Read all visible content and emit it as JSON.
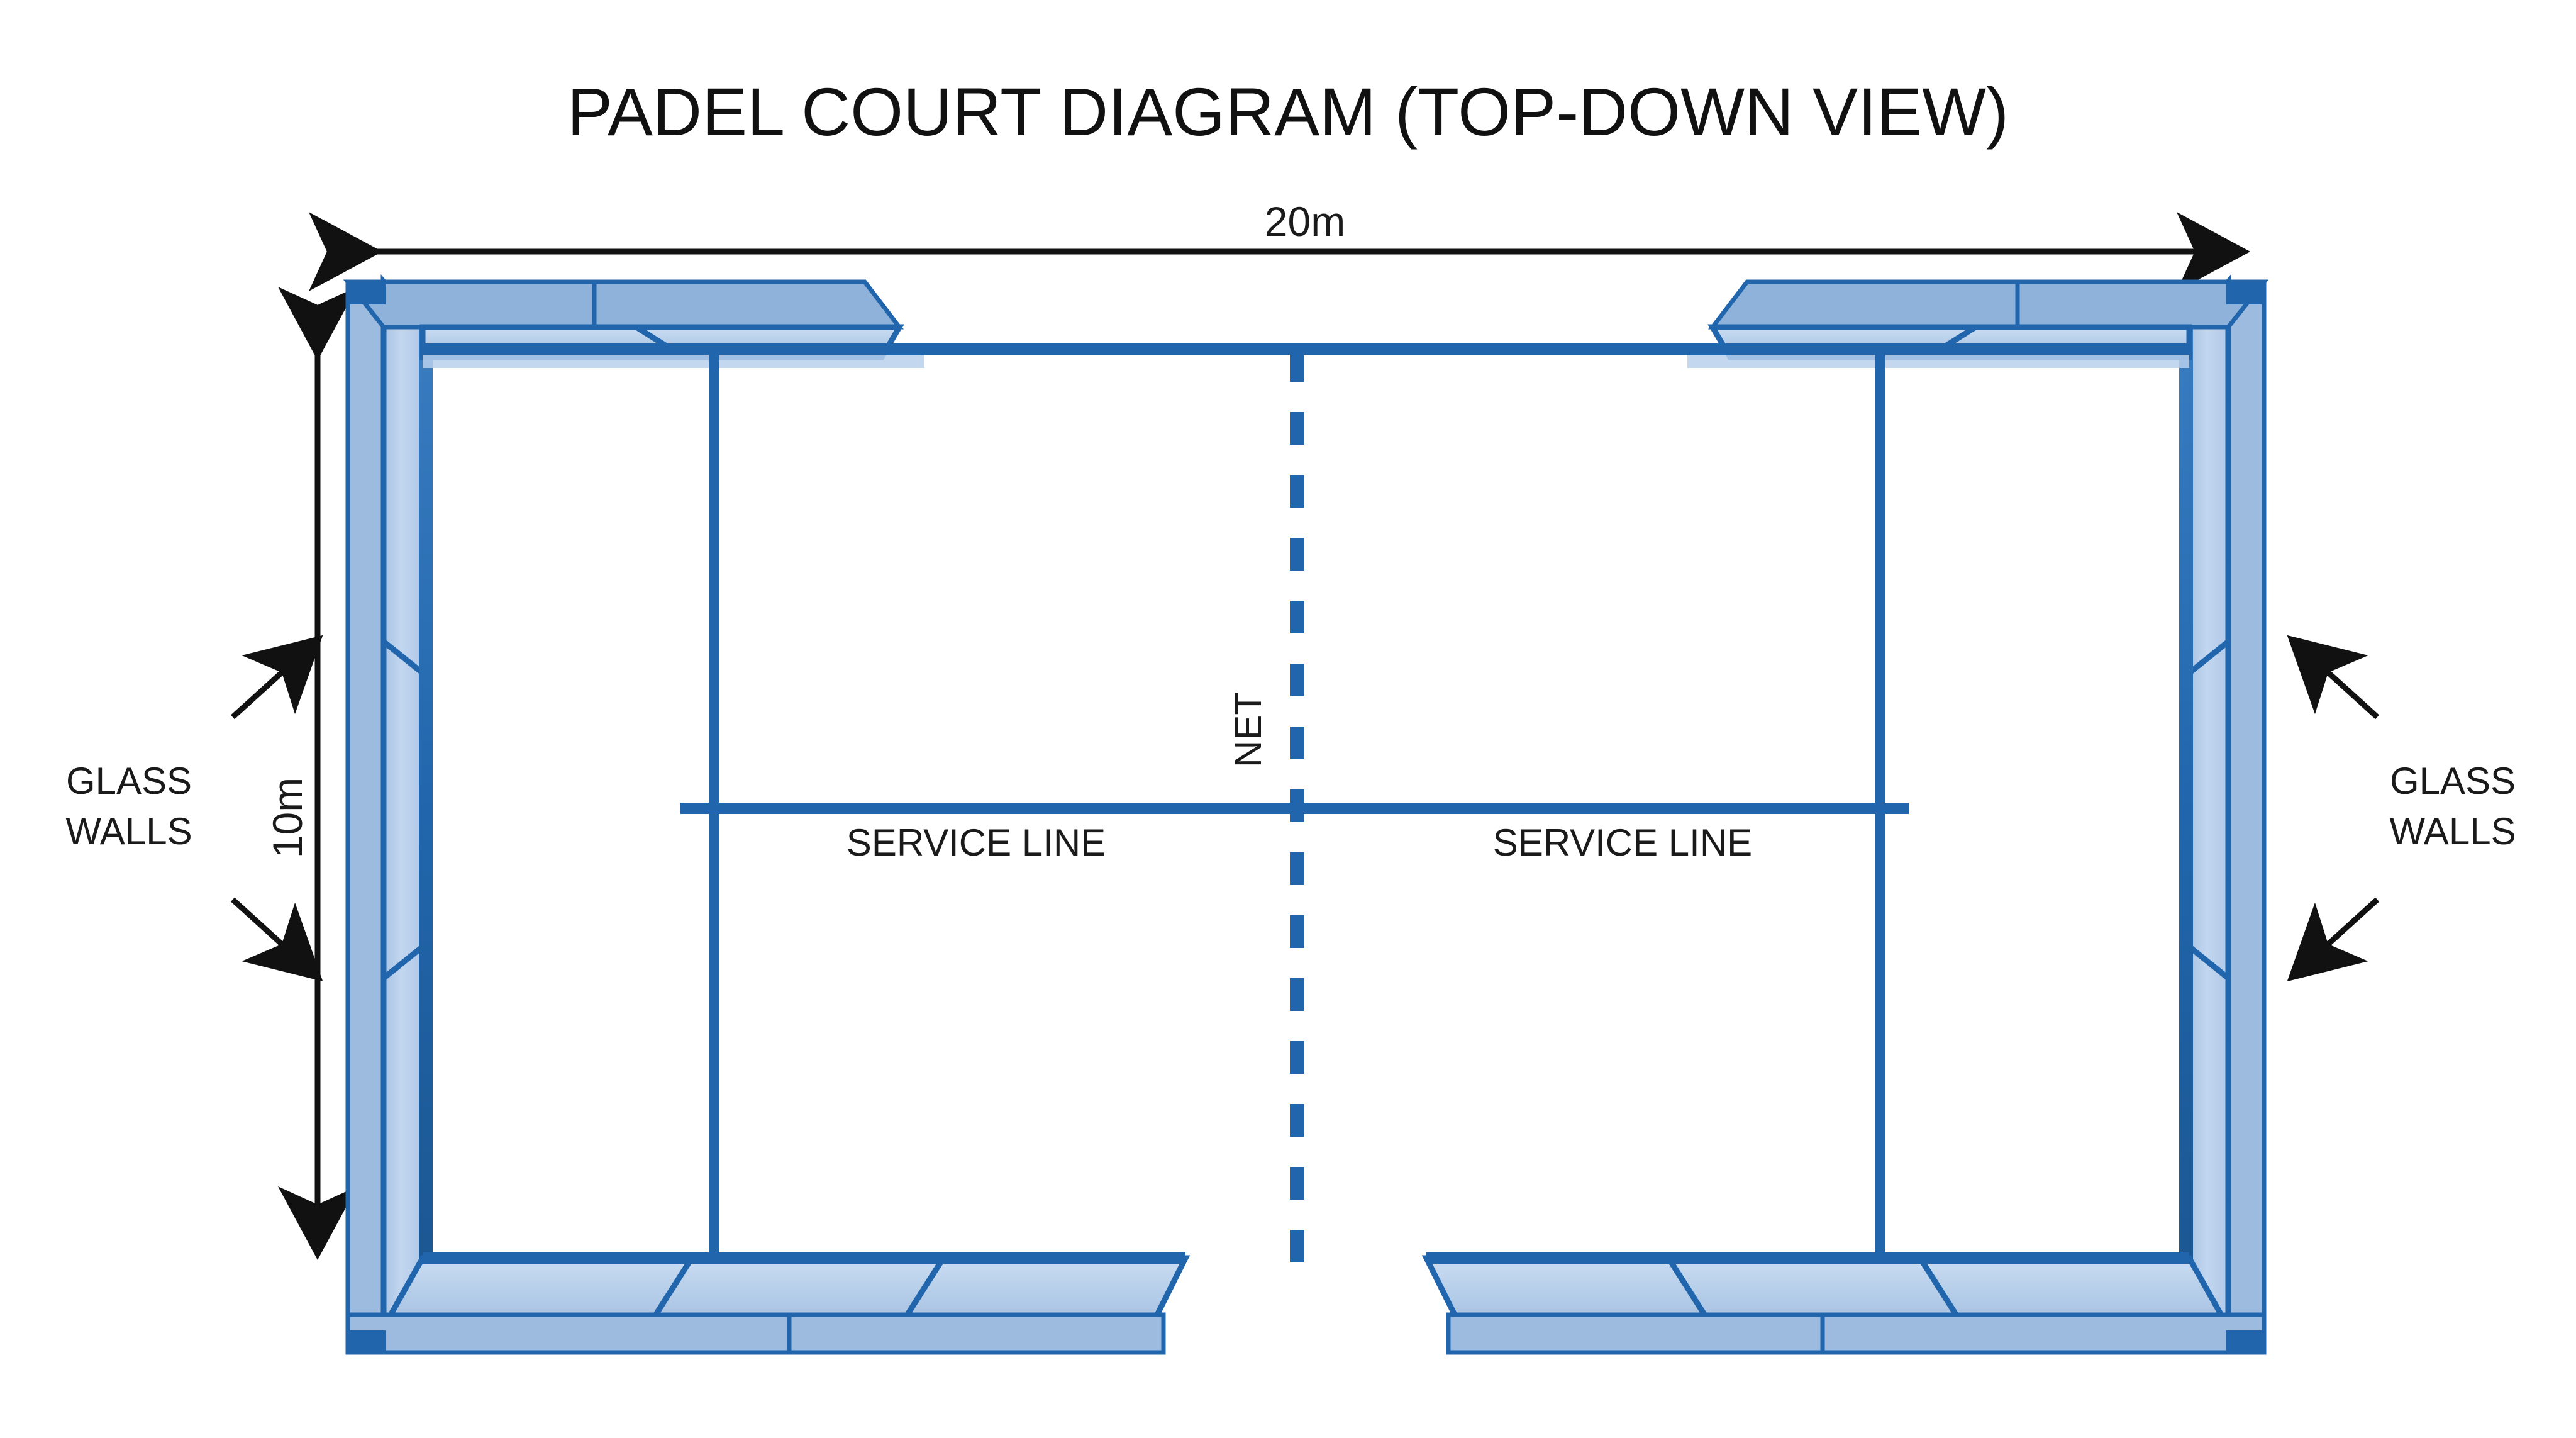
{
  "title": "PADEL COURT DIAGRAM (TOP-DOWN VIEW)",
  "dimensions": {
    "width_label": "20m",
    "height_label": "10m"
  },
  "annotations": {
    "net_label": "NET",
    "service_line_left": "SERVICE LINE",
    "service_line_right": "SERVICE LINE",
    "glass_walls_left_line1": "GLASS",
    "glass_walls_left_line2": "WALLS",
    "glass_walls_right_line1": "GLASS",
    "glass_walls_right_line2": "WALLS"
  },
  "colors": {
    "wall_stroke": "#2166ac",
    "glass_fill": "#b3cce8",
    "glass_fill_light": "#c9dcf0",
    "court_line": "#2166ac",
    "dimension_line": "#111111",
    "text": "#1a1a1a",
    "background": "#ffffff"
  },
  "chart_data": {
    "type": "diagram",
    "subject": "padel court",
    "view": "top-down",
    "court_outer_width_m": 20,
    "court_outer_height_m": 10,
    "elements": [
      "glass walls perimeter",
      "net (dashed centre line)",
      "service lines",
      "service box divider lines",
      "entrance gaps in side walls"
    ]
  }
}
